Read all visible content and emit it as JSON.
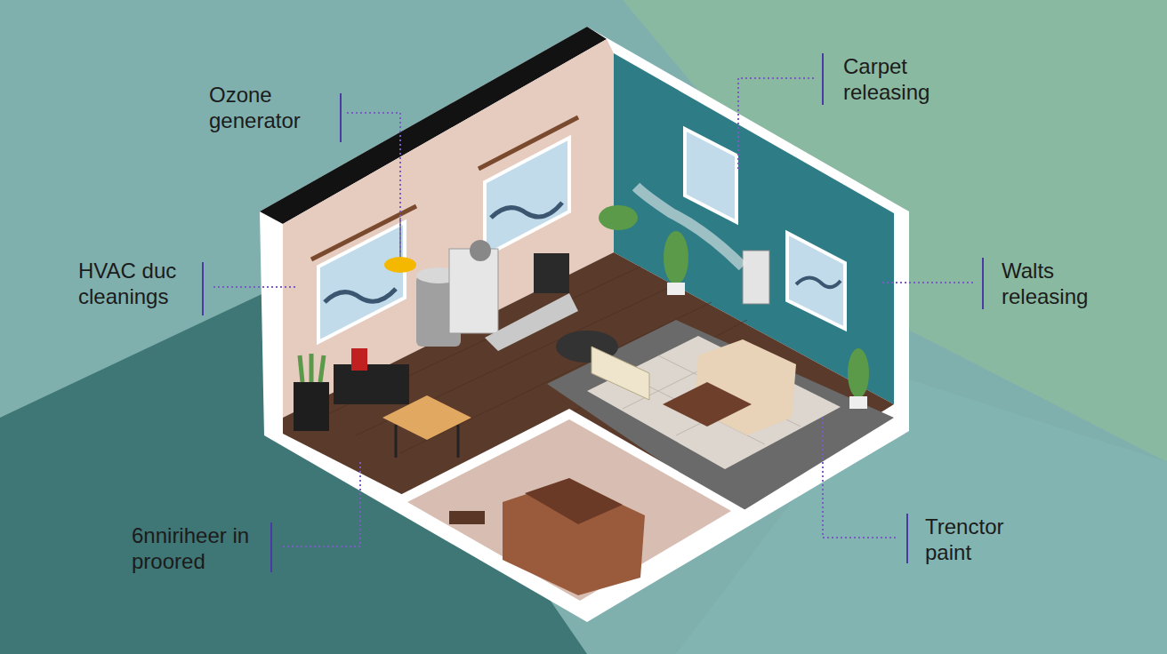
{
  "diagram": {
    "labels": [
      "Ozone generator",
      "HVAC duc cleanings",
      "Carpet releasing",
      "Walts releasing",
      "Trenctor paint",
      "6nniriheer in proored"
    ]
  }
}
